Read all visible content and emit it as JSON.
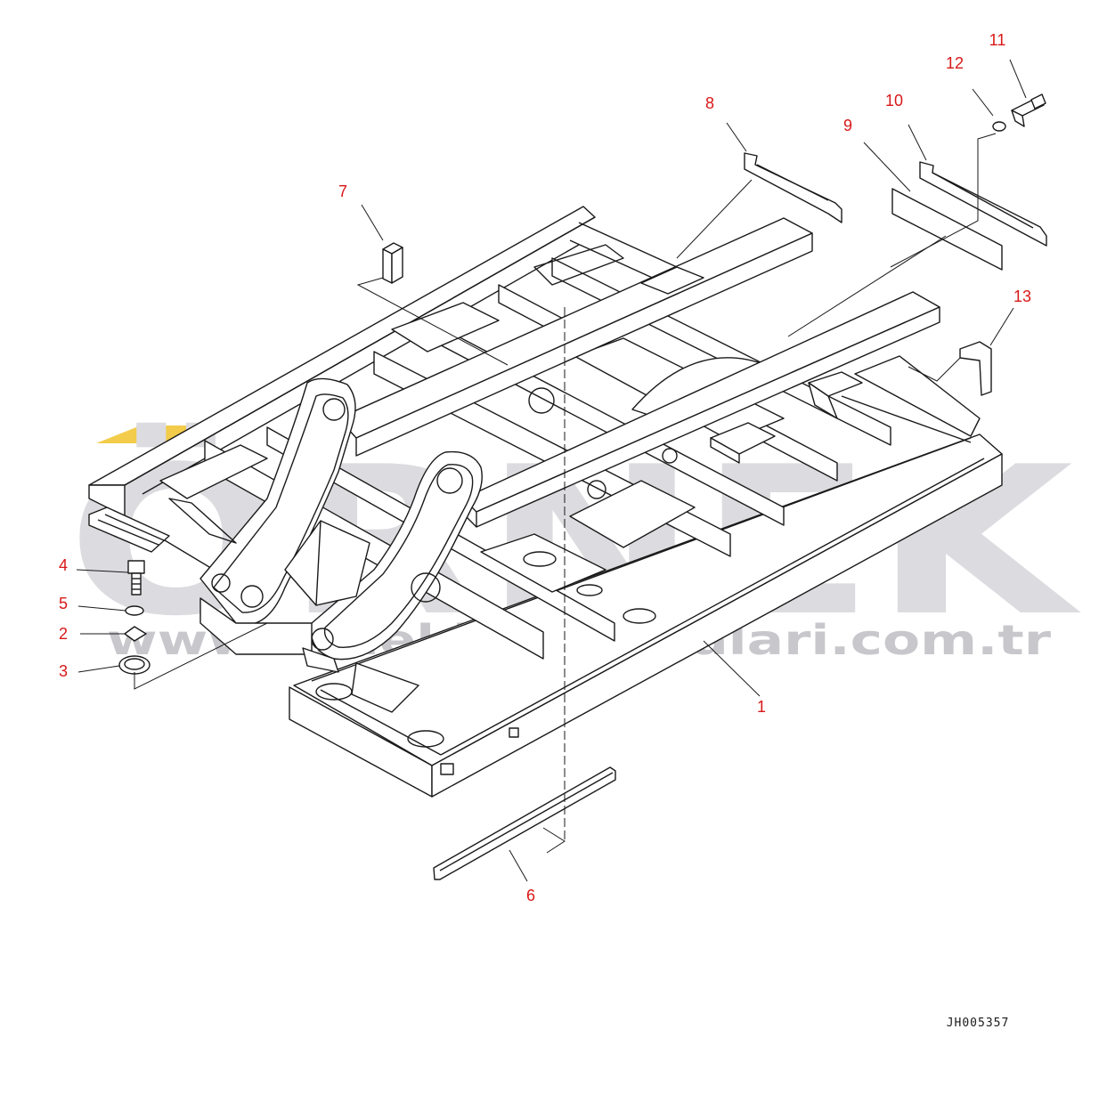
{
  "diagram": {
    "watermark": {
      "brand": "ÖRNEK",
      "url": "www.ornekismakinalari.com.tr",
      "brand_color": "#dcdce0",
      "accent_color": "#f2cc4a",
      "url_color": "#c7c7cc"
    },
    "callout_color": "#d81818",
    "line_color": "#1a1a1a",
    "drawing_code": "JH005357",
    "callouts": [
      {
        "id": "c1",
        "label": "1"
      },
      {
        "id": "c2",
        "label": "2"
      },
      {
        "id": "c3",
        "label": "3"
      },
      {
        "id": "c4",
        "label": "4"
      },
      {
        "id": "c5",
        "label": "5"
      },
      {
        "id": "c6",
        "label": "6"
      },
      {
        "id": "c7",
        "label": "7"
      },
      {
        "id": "c8",
        "label": "8"
      },
      {
        "id": "c9",
        "label": "9"
      },
      {
        "id": "c10",
        "label": "10"
      },
      {
        "id": "c11",
        "label": "11"
      },
      {
        "id": "c12",
        "label": "12"
      },
      {
        "id": "c13",
        "label": "13"
      }
    ]
  }
}
